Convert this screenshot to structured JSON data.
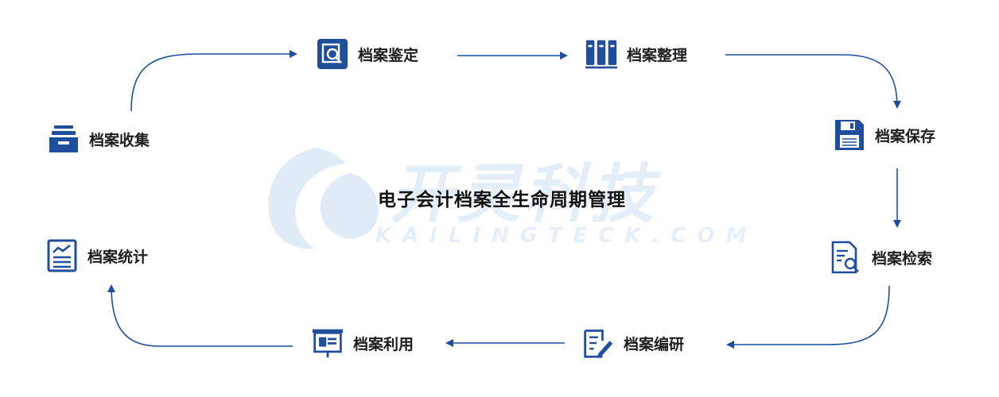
{
  "center_title": "电子会计档案全生命周期管理",
  "watermark": {
    "text": "开灵科技",
    "subtext": "KAILINGTECK.COM"
  },
  "colors": {
    "accent": "#1f4e9c",
    "arrow": "#1f4e9c",
    "watermark": "#dbe8f6"
  },
  "nodes": [
    {
      "id": "collect",
      "label": "档案收集",
      "icon": "inbox-tray-icon"
    },
    {
      "id": "appraise",
      "label": "档案鉴定",
      "icon": "magnifier-document-icon"
    },
    {
      "id": "arrange",
      "label": "档案整理",
      "icon": "binders-icon"
    },
    {
      "id": "store",
      "label": "档案保存",
      "icon": "floppy-save-icon"
    },
    {
      "id": "search",
      "label": "档案检索",
      "icon": "document-search-icon"
    },
    {
      "id": "research",
      "label": "档案编研",
      "icon": "edit-document-icon"
    },
    {
      "id": "utilize",
      "label": "档案利用",
      "icon": "presentation-board-icon"
    },
    {
      "id": "statistics",
      "label": "档案统计",
      "icon": "chart-document-icon"
    }
  ]
}
